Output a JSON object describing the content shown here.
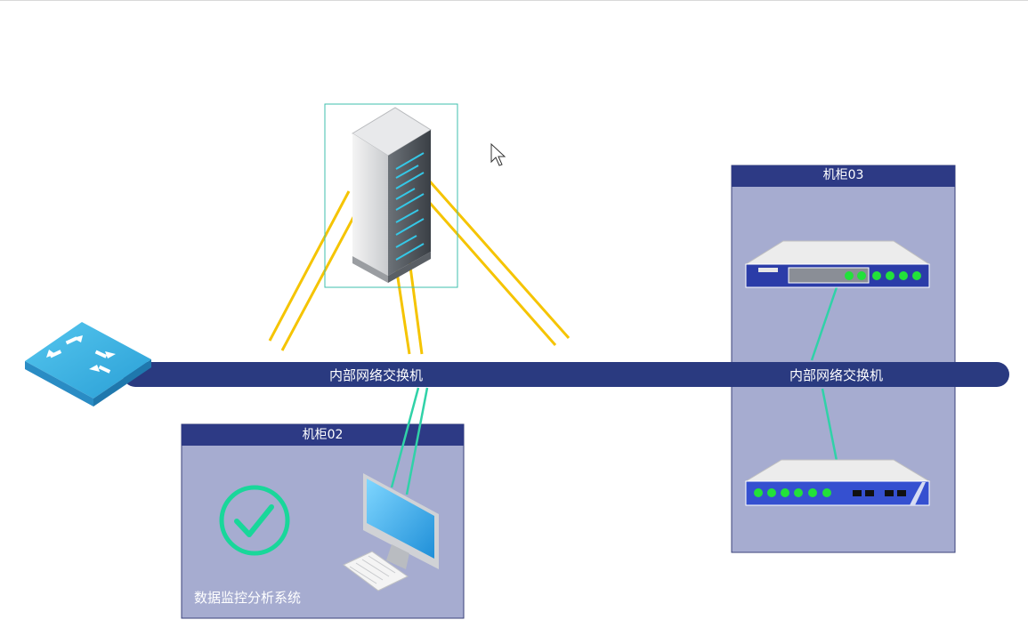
{
  "bus": {
    "label_left": "内部网络交换机",
    "label_right": "内部网络交换机",
    "color": "#2a3a80"
  },
  "cabinet02": {
    "title": "机柜02",
    "system_label": "数据监控分析系统"
  },
  "cabinet03": {
    "title": "机柜03"
  },
  "colors": {
    "cabinet_fill": "#a6acd0",
    "cabinet_header": "#2d3a85",
    "link_yellow": "#f5c400",
    "link_teal": "#30d2a8",
    "status_green": "#19d79a",
    "selection": "#3fbfae"
  },
  "icons": [
    "switch-icon",
    "server-rack-icon",
    "monitor-icon",
    "keyboard-icon",
    "check-circle-icon",
    "rack-server-device-icon",
    "network-appliance-icon",
    "mouse-cursor-icon"
  ]
}
